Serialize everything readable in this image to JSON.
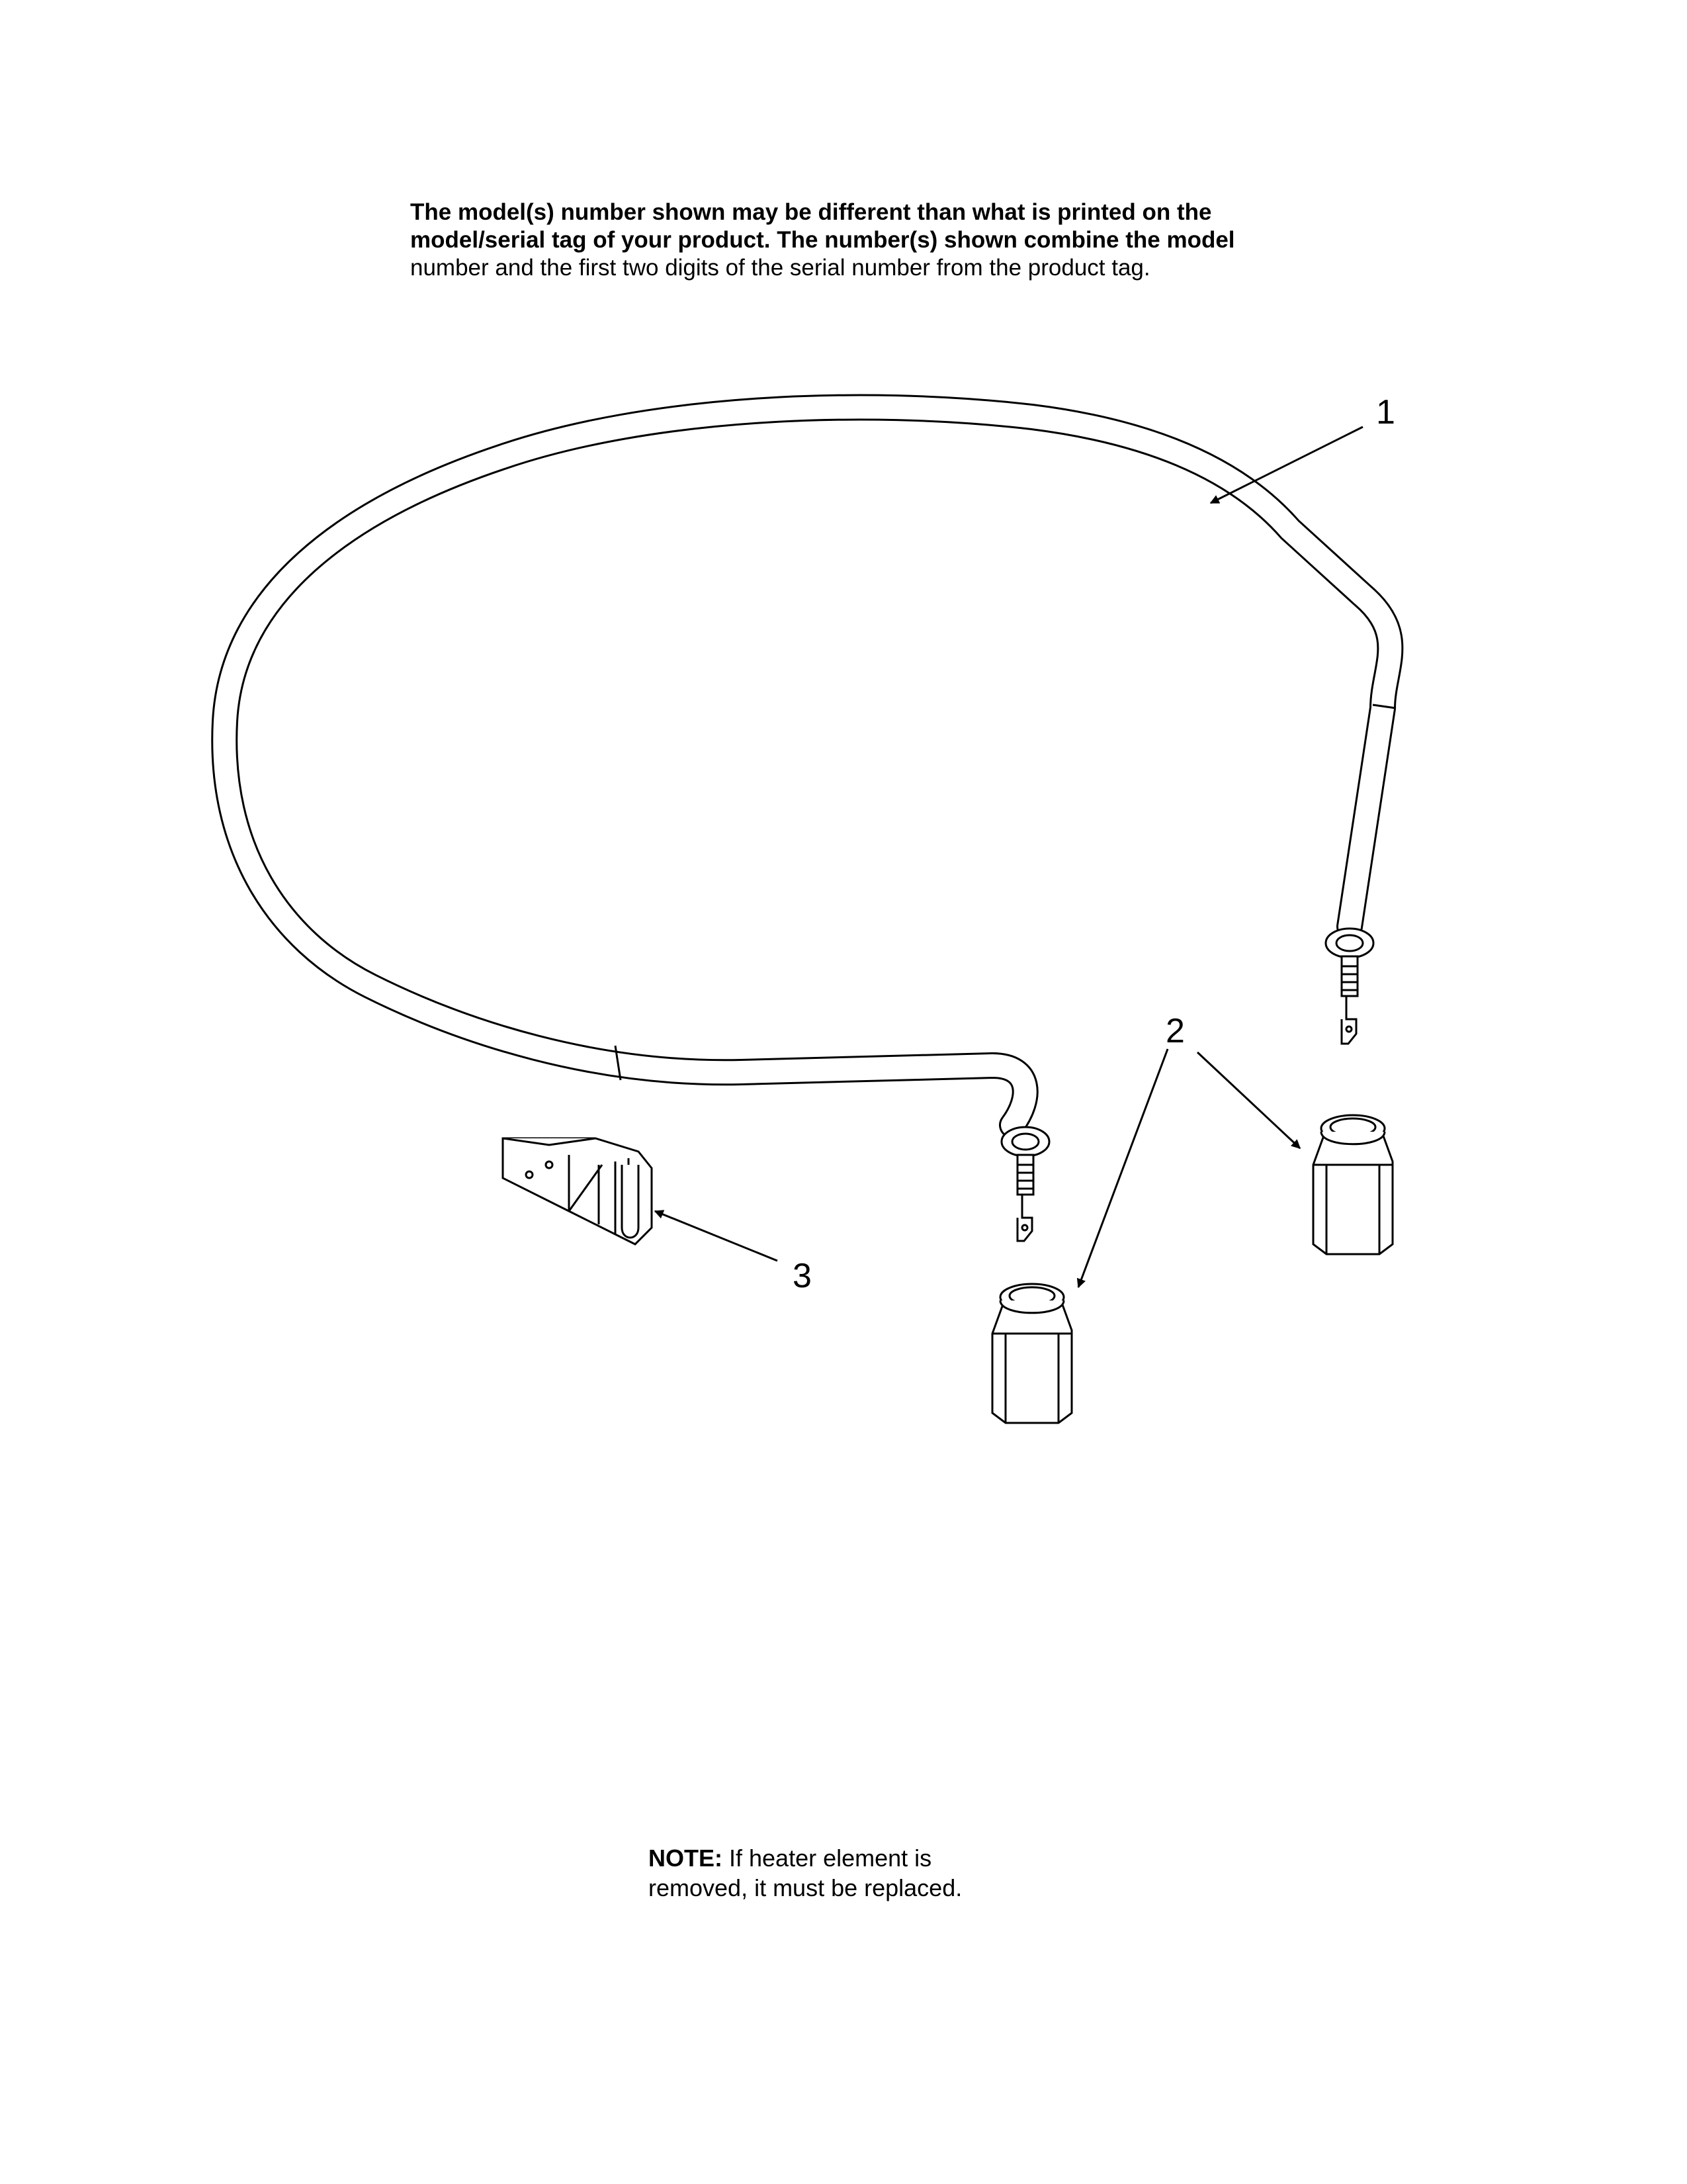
{
  "header_note": {
    "line1": "The model(s) number shown may be different than what is printed on the",
    "line2": "model/serial tag of your product. The number(s) shown combine the model",
    "line3": "number and the first two digits of the serial number from the product tag."
  },
  "callouts": {
    "part1": "1",
    "part2": "2",
    "part3": "3"
  },
  "footer_note": {
    "label": "NOTE:",
    "text_line1": " If heater element is",
    "text_line2": "removed, it must be replaced."
  }
}
